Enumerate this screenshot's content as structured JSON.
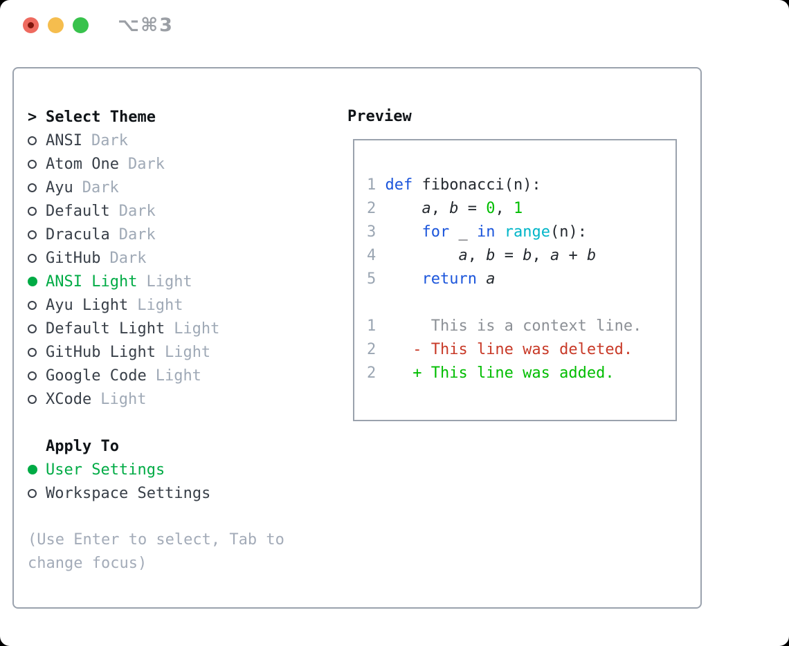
{
  "titlebar": {
    "shortcut": "⌥⌘3",
    "traffic_lights": [
      "close",
      "minimize",
      "zoom"
    ]
  },
  "theme_list": {
    "header_marker": ">",
    "header": "Select Theme",
    "items": [
      {
        "name": "ANSI",
        "tag": "Dark",
        "selected": false
      },
      {
        "name": "Atom One",
        "tag": "Dark",
        "selected": false
      },
      {
        "name": "Ayu",
        "tag": "Dark",
        "selected": false
      },
      {
        "name": "Default",
        "tag": "Dark",
        "selected": false
      },
      {
        "name": "Dracula",
        "tag": "Dark",
        "selected": false
      },
      {
        "name": "GitHub",
        "tag": "Dark",
        "selected": false
      },
      {
        "name": "ANSI Light",
        "tag": "Light",
        "selected": true
      },
      {
        "name": "Ayu Light",
        "tag": "Light",
        "selected": false
      },
      {
        "name": "Default Light",
        "tag": "Light",
        "selected": false
      },
      {
        "name": "GitHub Light",
        "tag": "Light",
        "selected": false
      },
      {
        "name": "Google Code",
        "tag": "Light",
        "selected": false
      },
      {
        "name": "XCode",
        "tag": "Light",
        "selected": false
      }
    ]
  },
  "apply_to": {
    "header": "Apply To",
    "options": [
      {
        "name": "User Settings",
        "selected": true
      },
      {
        "name": "Workspace Settings",
        "selected": false
      }
    ]
  },
  "help_text": "(Use Enter to select, Tab to change focus)",
  "preview": {
    "header": "Preview",
    "code_lines": [
      {
        "num": "1",
        "tokens": [
          {
            "t": "kw",
            "s": "def"
          },
          {
            "t": "plain",
            "s": " fibonacci(n):"
          }
        ]
      },
      {
        "num": "2",
        "tokens": [
          {
            "t": "plain",
            "s": "    "
          },
          {
            "t": "var",
            "s": "a"
          },
          {
            "t": "plain",
            "s": ", "
          },
          {
            "t": "var",
            "s": "b"
          },
          {
            "t": "plain",
            "s": " = "
          },
          {
            "t": "num",
            "s": "0"
          },
          {
            "t": "plain",
            "s": ", "
          },
          {
            "t": "num",
            "s": "1"
          }
        ]
      },
      {
        "num": "3",
        "tokens": [
          {
            "t": "plain",
            "s": "    "
          },
          {
            "t": "kw",
            "s": "for"
          },
          {
            "t": "plain",
            "s": " _ "
          },
          {
            "t": "kw",
            "s": "in"
          },
          {
            "t": "plain",
            "s": " "
          },
          {
            "t": "fn",
            "s": "range"
          },
          {
            "t": "plain",
            "s": "(n):"
          }
        ]
      },
      {
        "num": "4",
        "tokens": [
          {
            "t": "plain",
            "s": "        "
          },
          {
            "t": "var",
            "s": "a"
          },
          {
            "t": "plain",
            "s": ", "
          },
          {
            "t": "var",
            "s": "b"
          },
          {
            "t": "plain",
            "s": " = "
          },
          {
            "t": "var",
            "s": "b"
          },
          {
            "t": "plain",
            "s": ", "
          },
          {
            "t": "var",
            "s": "a"
          },
          {
            "t": "plain",
            "s": " + "
          },
          {
            "t": "var",
            "s": "b"
          }
        ]
      },
      {
        "num": "5",
        "tokens": [
          {
            "t": "plain",
            "s": "    "
          },
          {
            "t": "kw",
            "s": "return"
          },
          {
            "t": "plain",
            "s": " "
          },
          {
            "t": "var",
            "s": "a"
          }
        ]
      }
    ],
    "diff_lines": [
      {
        "num": "1",
        "type": "context",
        "text": "      This is a context line."
      },
      {
        "num": "2",
        "type": "deleted",
        "text": "    - This line was deleted."
      },
      {
        "num": "2",
        "type": "added",
        "text": "    + This line was added."
      }
    ]
  },
  "colors": {
    "selection_green": "#00ab45",
    "keyword_blue": "#1b55db",
    "function_cyan": "#00b5c8",
    "number_green": "#00bd00",
    "diff_added_green": "#00bd00",
    "diff_deleted_red": "#c83a28",
    "muted_gray": "#9fa9b6",
    "panel_border": "#9aa2ad",
    "traffic_red": "#ee6a5f",
    "traffic_yellow": "#f5bd4e",
    "traffic_green": "#38c24c"
  }
}
